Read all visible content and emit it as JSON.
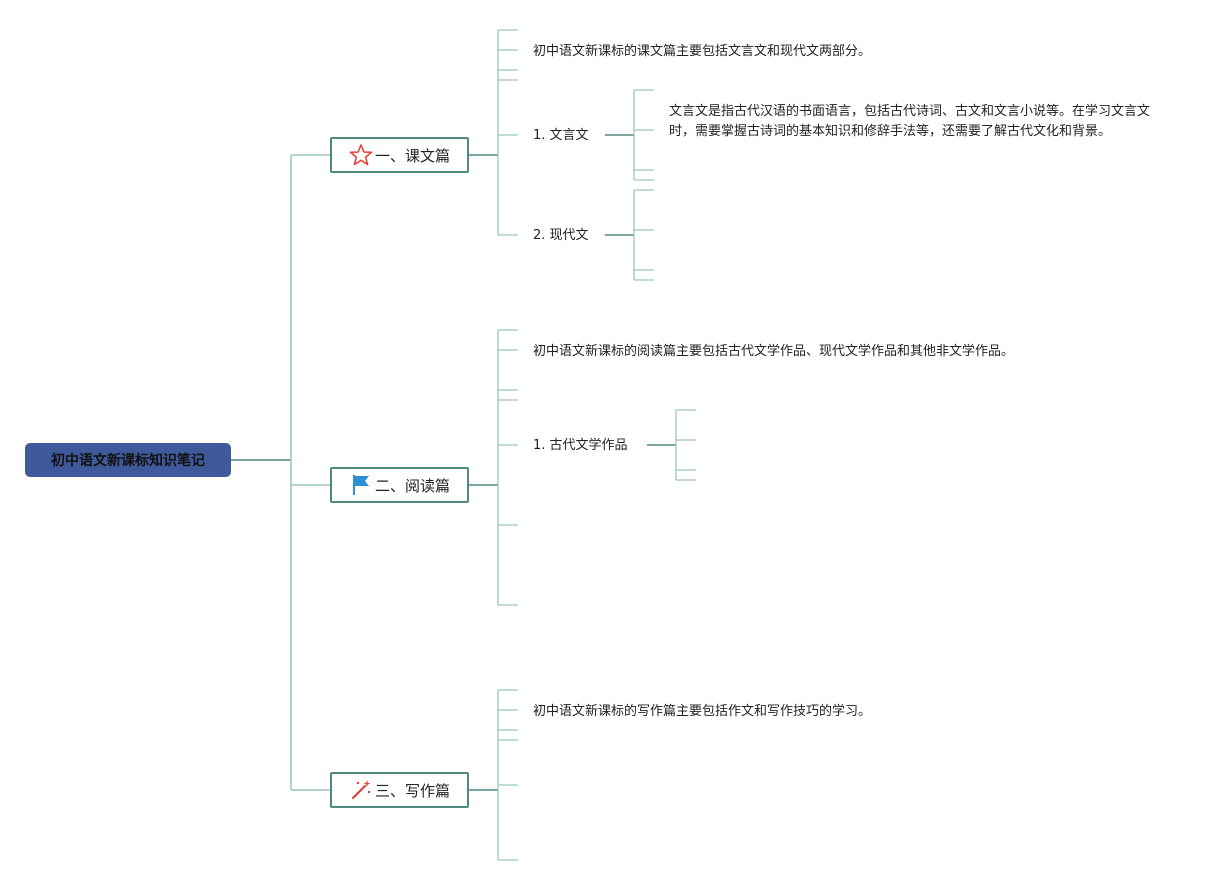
{
  "root": {
    "title": "初中语文新课标知识笔记"
  },
  "sections": [
    {
      "label": "一、课文篇",
      "icon": "star-icon",
      "summary": "初中语文新课标的课文篇主要包括文言文和现代文两部分。",
      "items": [
        {
          "label": "1. 文言文",
          "detail": "文言文是指古代汉语的书面语言，包括古代诗词、古文和文言小说等。在学习文言文时，需要掌握古诗词的基本知识和修辞手法等，还需要了解古代文化和背景。"
        },
        {
          "label": "2. 现代文",
          "detail": ""
        }
      ]
    },
    {
      "label": "二、阅读篇",
      "icon": "flag-icon",
      "summary": "初中语文新课标的阅读篇主要包括古代文学作品、现代文学作品和其他非文学作品。",
      "items": [
        {
          "label": "1. 古代文学作品",
          "detail": ""
        }
      ]
    },
    {
      "label": "三、写作篇",
      "icon": "magic-wand-icon",
      "summary": "初中语文新课标的写作篇主要包括作文和写作技巧的学习。",
      "items": []
    }
  ],
  "colors": {
    "root_fill": "#3f5a9b",
    "branch_line": "#4f8a82",
    "leaf_line": "#9cc7bd",
    "star": "#e0453a",
    "flag": "#2b8fd6",
    "wand": "#d9443a"
  }
}
